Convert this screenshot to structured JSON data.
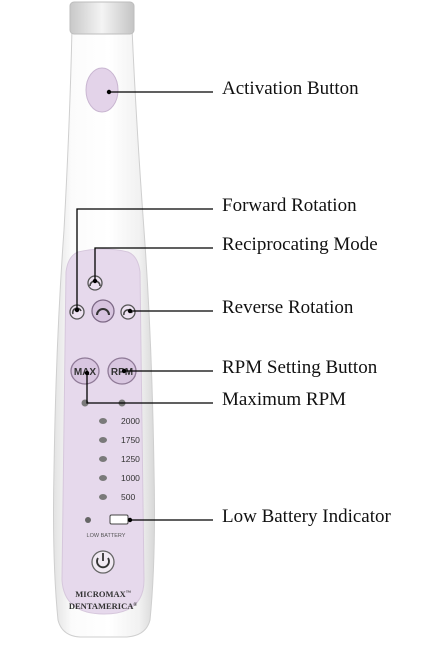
{
  "callouts": {
    "activation": "Activation Button",
    "forward": "Forward Rotation",
    "reciprocating": "Reciprocating Mode",
    "reverse": "Reverse Rotation",
    "rpm_setting": "RPM Setting Button",
    "max_rpm": "Maximum RPM",
    "low_battery": "Low Battery Indicator"
  },
  "device": {
    "max_label": "MAX",
    "rpm_label": "RPM",
    "speeds": [
      "2000",
      "1750",
      "1250",
      "1000",
      "500"
    ],
    "low_battery_text": "LOW  BATTERY",
    "brand_line1": "MICROMAX",
    "brand_tm": "™",
    "brand_line2": "DENTAMERICA",
    "brand_reg": "®"
  },
  "colors": {
    "panel": "#e6d9ec",
    "button": "#d8c6e0",
    "accent_border": "#8f7a97",
    "body_shadow": "#e4e4e4"
  }
}
